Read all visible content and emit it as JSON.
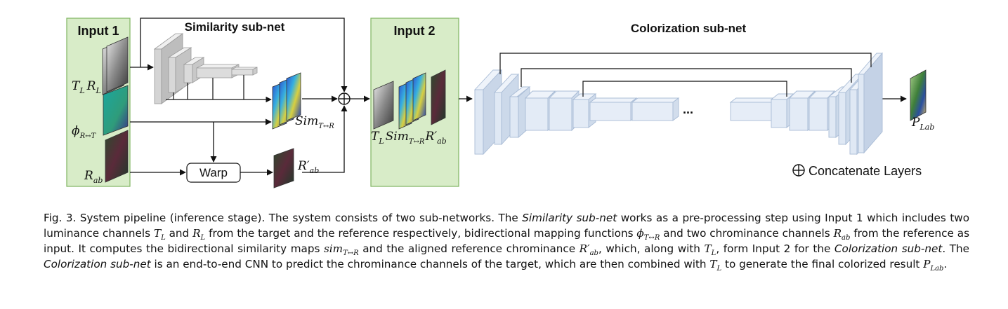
{
  "figure": {
    "input1_title": "Input 1",
    "input2_title": "Input 2",
    "similarity_title": "Similarity sub-net",
    "colorization_title": "Colorization sub-net",
    "warp_label": "Warp",
    "concat_symbol": "⊕",
    "concat_label": "Concatenate Layers",
    "ellipsis": "...",
    "labels": {
      "tl": "T",
      "tl_sub": "L",
      "rl": "R",
      "rl_sub": "L",
      "phi": "ϕ",
      "phi_sub": "R↔T",
      "rab": "R",
      "rab_sub": "ab",
      "sim": "Sim",
      "sim_sub": "T↔R",
      "rab_prime": "R′",
      "rab_prime_sub": "ab",
      "in2_tl": "T",
      "in2_tl_sub": "L",
      "in2_sim": "Sim",
      "in2_sim_sub": "T↔R",
      "in2_rab": "R′",
      "in2_rab_sub": "ab",
      "plab": "P",
      "plab_sub": "Lab"
    },
    "colors": {
      "input_panel_fill": "#d8ecc8",
      "input_panel_stroke": "#7fb560",
      "block_fill": "#dfe8f4",
      "block_stroke": "#a9bcd6",
      "sim_block_fill": "#d6d6d6"
    }
  },
  "caption": {
    "p1": "Fig. 3.  System pipeline (inference stage). The system consists of two sub-networks. The ",
    "p1_it": "Similarity sub-net",
    "p2": " works as a pre-processing step using Input 1 which includes two luminance channels ",
    "m_tl": "T",
    "m_tl_sub": "L",
    "p3": " and ",
    "m_rl": "R",
    "m_rl_sub": "L",
    "p4": " from the target and the reference respectively, bidirectional mapping functions ",
    "m_phi": "ϕ",
    "m_phi_sub": "T↔R",
    "p5": " and two chrominance channels ",
    "m_rab": "R",
    "m_rab_sub": "ab",
    "p6": " from the reference as input. It computes the bidirectional similarity maps ",
    "m_sim": "sim",
    "m_sim_sub": "T↔R",
    "p7": " and the aligned reference chrominance ",
    "m_rabp": "R′",
    "m_rabp_sub": "ab",
    "p8": ", which, along with ",
    "m_tl2": "T",
    "m_tl2_sub": "L",
    "p9": ", form Input 2 for the ",
    "p9_it": "Colorization sub-net",
    "p10": ". The ",
    "p10_it": "Colorization sub-net",
    "p11": " is an end-to-end CNN to predict the chrominance channels of the target, which are then combined with ",
    "m_tl3": "T",
    "m_tl3_sub": "L",
    "p12": " to generate the final colorized result ",
    "m_plab": "P",
    "m_plab_sub": "Lab",
    "p13": "."
  }
}
